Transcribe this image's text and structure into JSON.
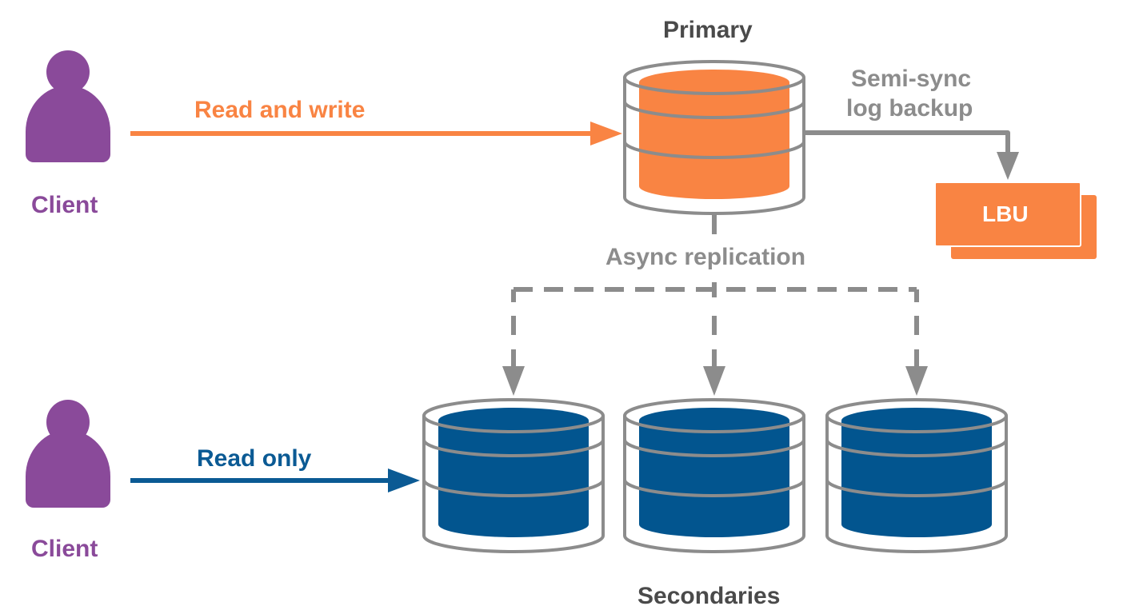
{
  "colors": {
    "client": "#8a4a9a",
    "primary_fill": "#f98443",
    "secondary_fill": "#02558f",
    "outline": "#8c8c8c",
    "read_write_arrow": "#f98443",
    "read_only_arrow": "#0b5a94",
    "label_dark": "#4a4a4a"
  },
  "nodes": {
    "client_top": {
      "label": "Client",
      "icon": "person-icon"
    },
    "client_bottom": {
      "label": "Client",
      "icon": "person-icon"
    },
    "primary": {
      "label": "Primary",
      "icon": "database-icon"
    },
    "lbu": {
      "label": "LBU",
      "icon": "stacked-boxes-icon"
    },
    "secondaries": {
      "label": "Secondaries",
      "items": [
        {
          "name": "secondary-1",
          "icon": "database-icon"
        },
        {
          "name": "secondary-2",
          "icon": "database-icon"
        },
        {
          "name": "secondary-3",
          "icon": "database-icon"
        }
      ]
    }
  },
  "edges": {
    "read_write": {
      "label": "Read and write",
      "from": "client_top",
      "to": "primary",
      "style": "solid"
    },
    "semi_sync": {
      "label_line1": "Semi-sync",
      "label_line2": "log backup",
      "from": "primary",
      "to": "lbu",
      "style": "solid"
    },
    "async_replication": {
      "label": "Async replication",
      "from": "primary",
      "to": "secondaries",
      "style": "dashed"
    },
    "read_only": {
      "label": "Read only",
      "from": "client_bottom",
      "to": "secondary-1",
      "style": "solid"
    }
  }
}
